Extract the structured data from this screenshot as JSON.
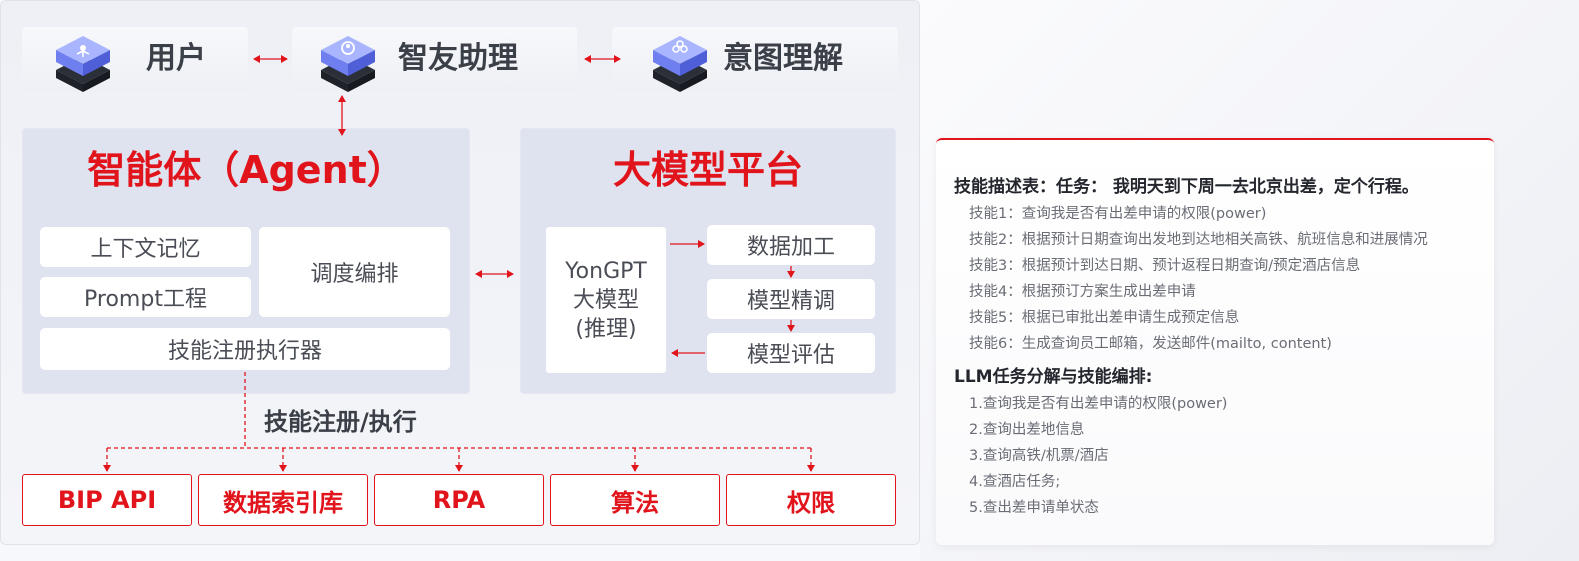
{
  "top": {
    "user": "用户",
    "assistant": "智友助理",
    "intent": "意图理解"
  },
  "agent": {
    "title": "智能体（Agent）",
    "context_memory": "上下文记忆",
    "prompt_engineering": "Prompt工程",
    "scheduling": "调度编排",
    "skill_executor": "技能注册执行器"
  },
  "platform": {
    "title": "大模型平台",
    "yongpt_line1": "YonGPT",
    "yongpt_line2": "大模型",
    "yongpt_line3": "(推理)",
    "data_processing": "数据加工",
    "fine_tuning": "模型精调",
    "evaluation": "模型评估"
  },
  "skill_register_label": "技能注册/执行",
  "targets": [
    "BIP API",
    "数据索引库",
    "RPA",
    "算法",
    "权限"
  ],
  "side": {
    "heading1": "技能描述表：任务： 我明天到下周一去北京出差，定个行程。",
    "skills": [
      "技能1：查询我是否有出差申请的权限(power)",
      "技能2：根据预计日期查询出发地到达地相关高铁、航班信息和进展情况",
      "技能3：根据预计到达日期、预计返程日期查询/预定酒店信息",
      "技能4：根据预订方案生成出差申请",
      "技能5：根据已审批出差申请生成预定信息",
      "技能6：生成查询员工邮箱，发送邮件(mailto, content)"
    ],
    "heading2": "LLM任务分解与技能编排:",
    "steps": [
      "1.查询我是否有出差申请的权限(power)",
      "2.查询出差地信息",
      "3.查询高铁/机票/酒店",
      "4.查酒店任务;",
      "5.查出差申请单状态"
    ]
  },
  "colors": {
    "accent_red": "#e1141c",
    "text_dark": "#3b3f47",
    "panel_blue": "#dfe3ef"
  }
}
